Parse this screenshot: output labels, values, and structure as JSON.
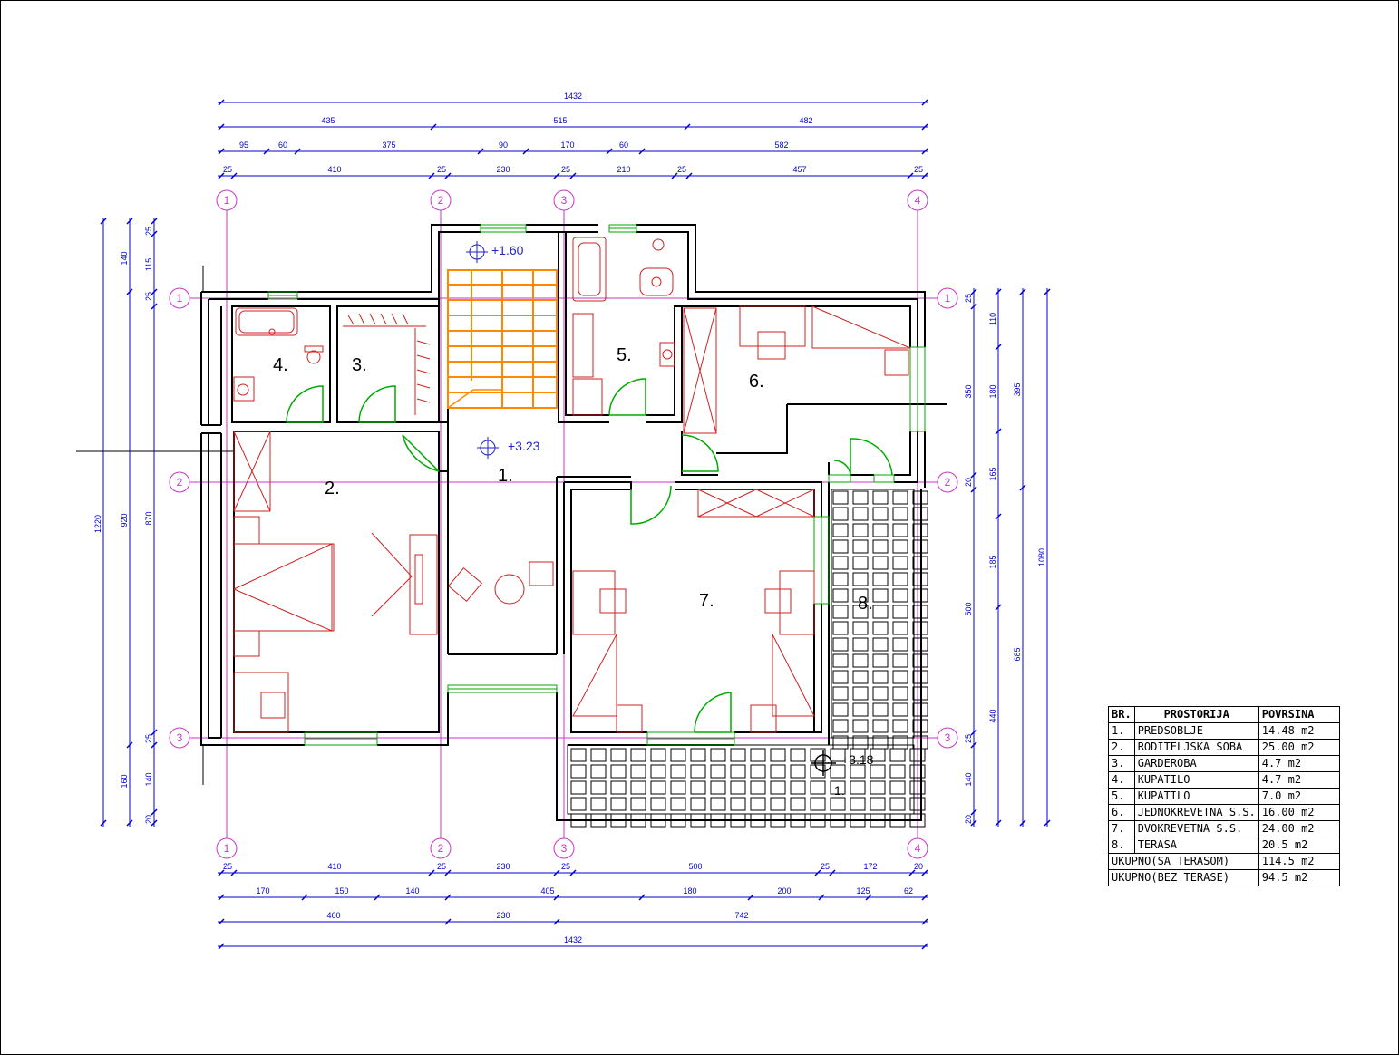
{
  "dims": {
    "top_total": "1432",
    "top_row2": [
      "435",
      "515",
      "482"
    ],
    "top_row3": [
      "95",
      "60",
      "375",
      "90",
      "170",
      "60",
      "582"
    ],
    "top_row4": [
      "25",
      "410",
      "25",
      "230",
      "25",
      "210",
      "25",
      "457",
      "25"
    ],
    "bottom_row1": [
      "25",
      "410",
      "25",
      "230",
      "25",
      "500",
      "25",
      "172",
      "20"
    ],
    "bottom_row2": [
      "170",
      "150",
      "140",
      "405",
      "180",
      "200",
      "125",
      "62"
    ],
    "bottom_row3": [
      "460",
      "230",
      "742"
    ],
    "bottom_total": "1432",
    "left_total": "1220",
    "left_row2": [
      "140",
      "920",
      "160"
    ],
    "left_row3": [
      "25",
      "115",
      "25",
      "870",
      "25",
      "140",
      "20"
    ],
    "right_row1": [
      "25",
      "350",
      "20",
      "500",
      "25",
      "140",
      "20"
    ],
    "right_row2": [
      "110",
      "180",
      "165",
      "185",
      "440"
    ],
    "right_row3": [
      "395",
      "685"
    ],
    "right_total": "1080"
  },
  "axes": {
    "vertical": [
      "1",
      "2",
      "3",
      "4"
    ],
    "horizontal": [
      "1",
      "2",
      "3"
    ]
  },
  "rooms": [
    "1.",
    "2.",
    "3.",
    "4.",
    "5.",
    "6.",
    "7.",
    "8."
  ],
  "levels": {
    "stair": "+1.60",
    "hall": "+3.23",
    "terrace": "+3.18",
    "terrace_mark": "1."
  },
  "legend": {
    "headers": [
      "BR.",
      "PROSTORIJA",
      "POVRSINA"
    ],
    "rows": [
      {
        "n": "1.",
        "name": "PREDSOBLJE",
        "area": "14.48  m2"
      },
      {
        "n": "2.",
        "name": "RODITELJSKA SOBA",
        "area": "25.00  m2"
      },
      {
        "n": "3.",
        "name": "GARDEROBA",
        "area": "4.7    m2"
      },
      {
        "n": "4.",
        "name": "KUPATILO",
        "area": "4.7    m2"
      },
      {
        "n": "5.",
        "name": "KUPATILO",
        "area": "7.0    m2"
      },
      {
        "n": "6.",
        "name": "JEDNOKREVETNA S.S.",
        "area": "16.00 m2"
      },
      {
        "n": "7.",
        "name": "DVOKREVETNA S.S.",
        "area": "24.00 m2"
      },
      {
        "n": "8.",
        "name": "TERASA",
        "area": "20.5   m2"
      }
    ],
    "total_with": {
      "label": "UKUPNO(SA TERASOM)",
      "area": "114.5 m2"
    },
    "total_without": {
      "label": "UKUPNO(BEZ TERASE)",
      "area": "94.5 m2"
    }
  }
}
